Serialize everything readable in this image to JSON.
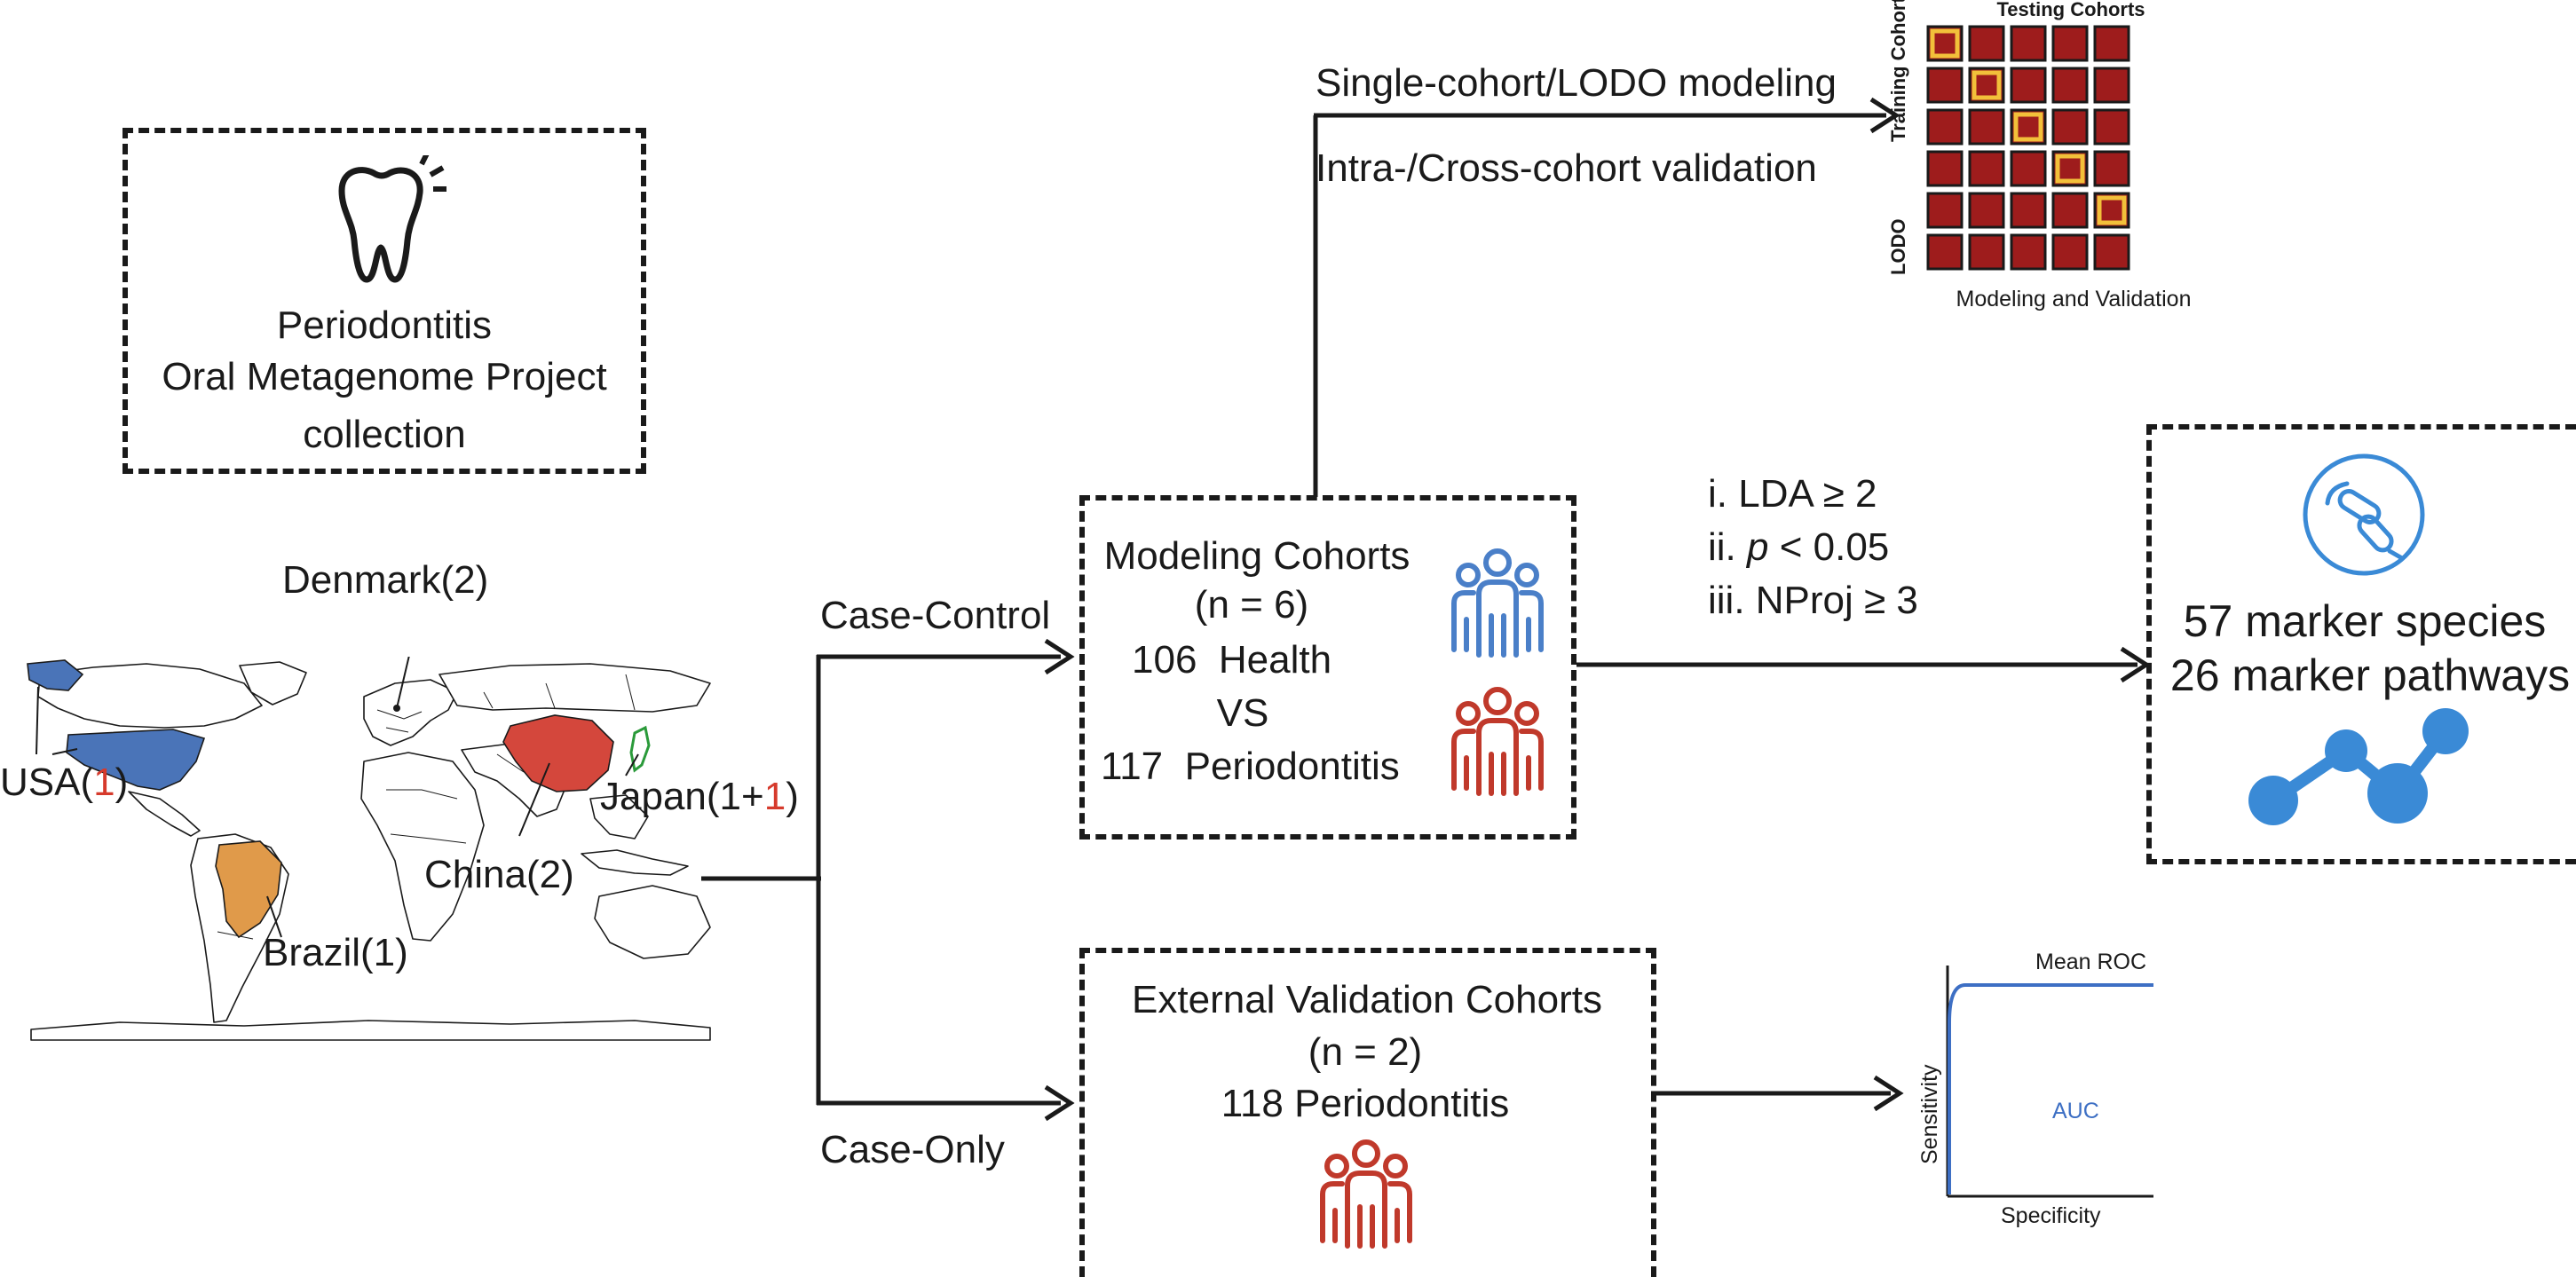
{
  "colors": {
    "ink": "#1a1a1a",
    "usa": "#4a74b8",
    "china": "#d4473c",
    "brazil": "#e09a4a",
    "japan": "#2a9a3a",
    "health_icon": "#4a7fc8",
    "disease_icon": "#c0392b",
    "grid_cell": "#9e1c1c",
    "grid_highlight": "#f2c03a",
    "roc_line": "#3d6fc4",
    "marker_blue": "#3a8ad6"
  },
  "project_box": {
    "icon": "tooth-icon",
    "line1": "Periodontitis",
    "line2": "Oral Metagenome Project",
    "line3": "collection"
  },
  "map": {
    "labels": {
      "denmark": "Denmark(2)",
      "usa_prefix": "USA(",
      "usa_count": "1",
      "usa_suffix": ")",
      "japan_prefix": "Japan(1+",
      "japan_count": "1",
      "japan_suffix": ")",
      "china": "China(2)",
      "brazil": "Brazil(1)"
    }
  },
  "branches": {
    "case_control": "Case-Control",
    "case_only": "Case-Only"
  },
  "modeling_box": {
    "title": "Modeling Cohorts",
    "n": "(n = 6)",
    "health_count": "106",
    "health_label": "Health",
    "vs": "VS",
    "disease_count": "117",
    "disease_label": "Periodontitis",
    "health_icon": "people-group-icon",
    "disease_icon": "people-group-icon"
  },
  "modeling_top": {
    "line1": "Single-cohort/LODO modeling",
    "line2": "Intra-/Cross-cohort validation"
  },
  "grid_panel": {
    "top_label": "Testing Cohorts",
    "side_label": "Training Cohorts",
    "lodo_label": "LODO",
    "bottom_label": "Modeling and Validation",
    "rows": 6,
    "cols": 5,
    "highlighted": [
      [
        0,
        0
      ],
      [
        1,
        1
      ],
      [
        2,
        2
      ],
      [
        3,
        3
      ],
      [
        4,
        4
      ]
    ]
  },
  "criteria": {
    "line1": "i. LDA ≥ 2",
    "line2_prefix": "ii. ",
    "line2_p": "p",
    "line2_suffix": " < 0.05",
    "line3": "iii. NProj ≥ 3"
  },
  "markers_box": {
    "species": "57 marker species",
    "pathways": "26 marker pathways",
    "bacteria_icon": "bacteria-icon",
    "pathway_icon": "pathway-network-icon"
  },
  "external_box": {
    "title": "External Validation Cohorts",
    "n": "(n = 2)",
    "disease_line": "118 Periodontitis",
    "icon": "people-group-icon"
  },
  "roc": {
    "title": "Mean ROC",
    "ylabel": "Sensitivity",
    "xlabel": "Specificity",
    "auc": "AUC"
  }
}
